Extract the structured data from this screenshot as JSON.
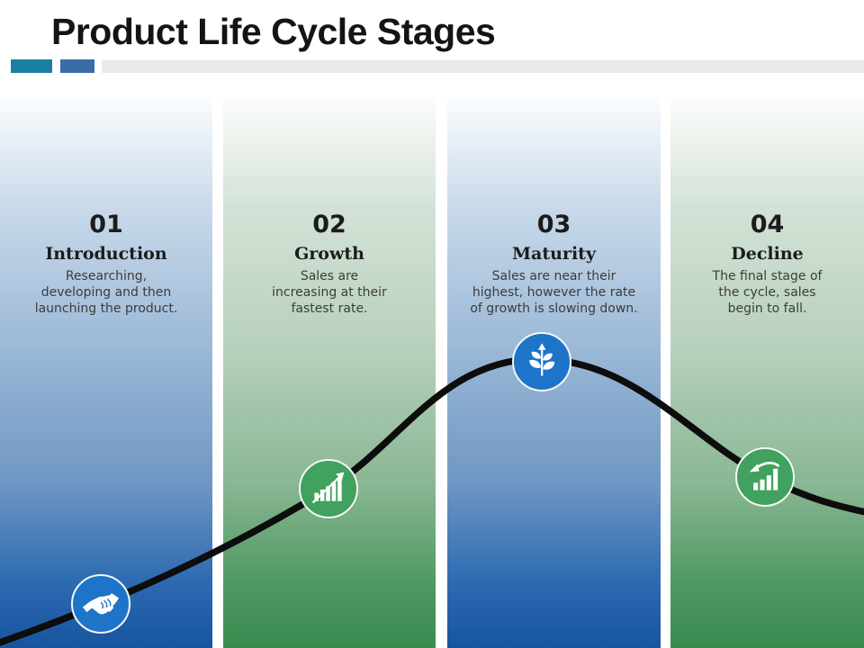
{
  "slide": {
    "title": "Product Life Cycle Stages"
  },
  "stages": [
    {
      "number": "01",
      "name": "Introduction",
      "description": "Researching,\ndeveloping and then\nlaunching the product.",
      "icon": "handshake-icon",
      "theme": "blue"
    },
    {
      "number": "02",
      "name": "Growth",
      "description": "Sales are\nincreasing at their\nfastest rate.",
      "icon": "growth-bars-icon",
      "theme": "green"
    },
    {
      "number": "03",
      "name": "Maturity",
      "description": "Sales are near their\nhighest, however the rate\nof growth is slowing down.",
      "icon": "plant-growth-icon",
      "theme": "blue"
    },
    {
      "number": "04",
      "name": "Decline",
      "description": "The final stage of\nthe cycle, sales\nbegin to fall.",
      "icon": "declining-chart-icon",
      "theme": "green"
    }
  ],
  "colors": {
    "accent_teal": "#1b7fa1",
    "accent_blue": "#3b6ca7",
    "divider_gray": "#e9e9e9",
    "curve_black": "#0d0d0d",
    "column_blue_bottom": "#17549f",
    "column_green_bottom": "#3a8a50",
    "icon_circle_blue": "#1d74c9",
    "icon_circle_green": "#41a15e",
    "text_dark": "#1c1c1c",
    "text_gray": "#3c3c3c"
  }
}
